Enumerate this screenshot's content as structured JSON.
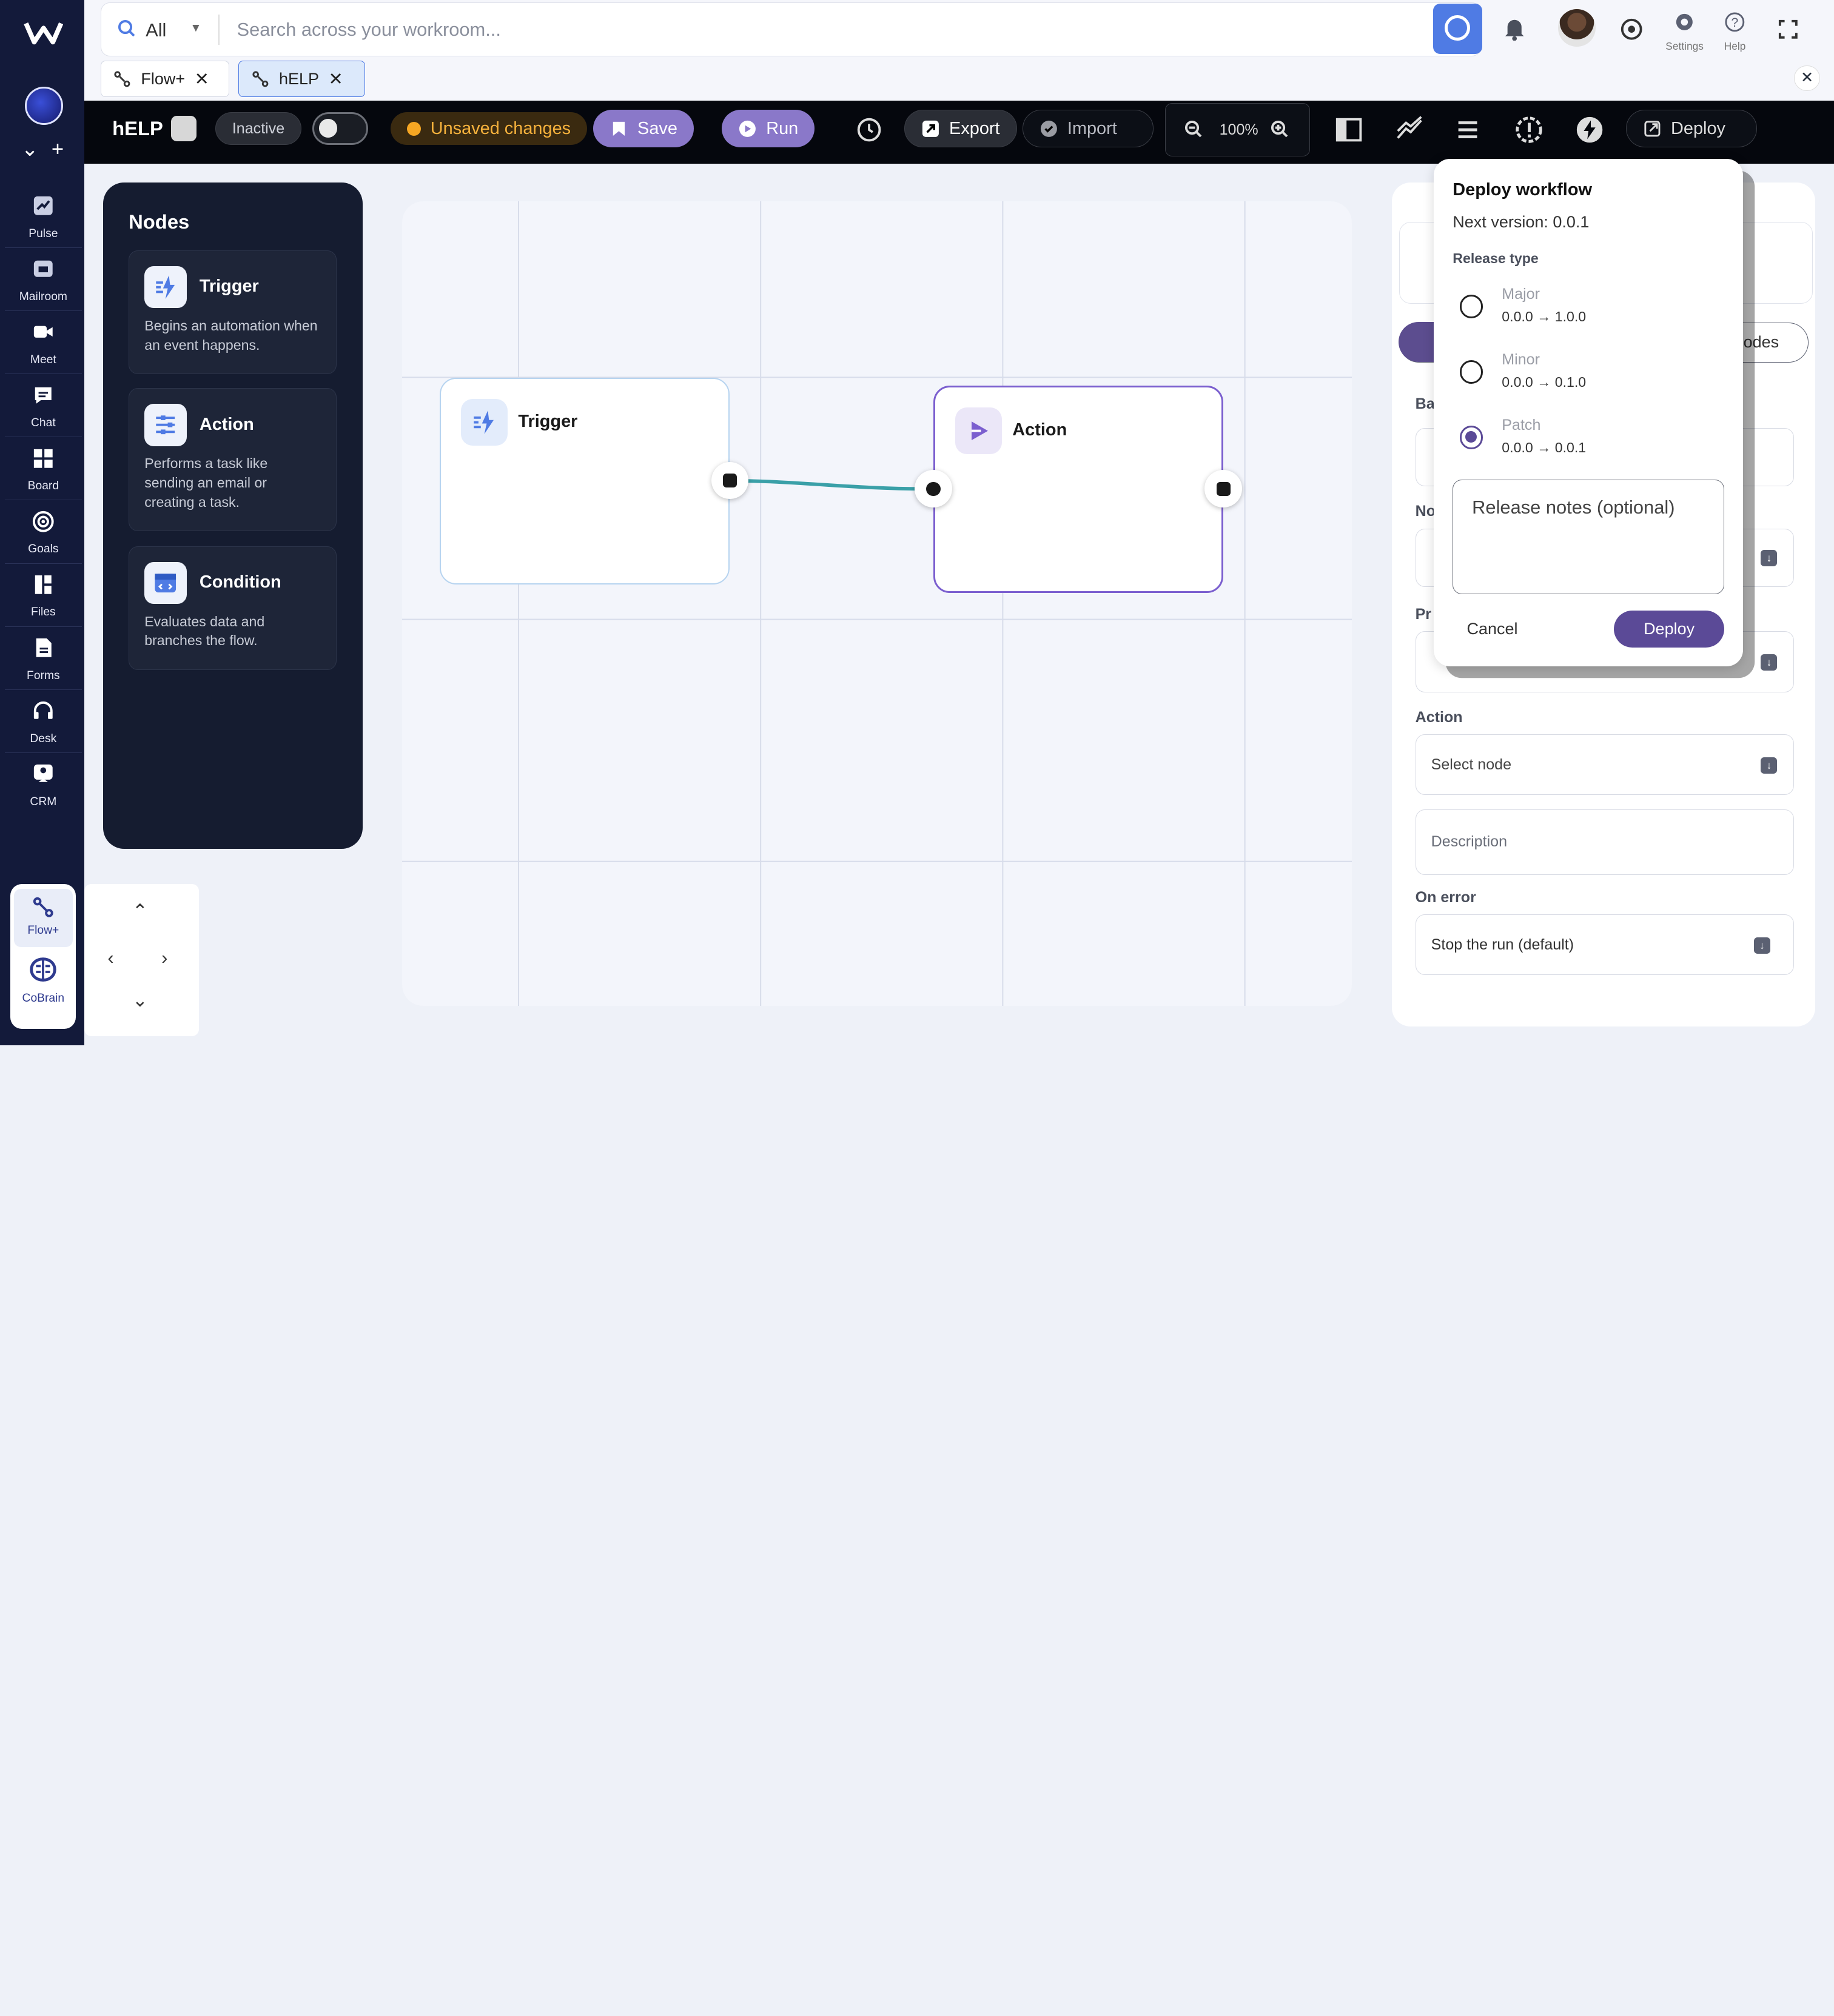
{
  "sidebar": {
    "items": [
      {
        "label": "Pulse",
        "icon": "pulse-icon"
      },
      {
        "label": "Mailroom",
        "icon": "mailroom-icon"
      },
      {
        "label": "Meet",
        "icon": "video-icon"
      },
      {
        "label": "Chat",
        "icon": "chat-icon"
      },
      {
        "label": "Board",
        "icon": "board-icon"
      },
      {
        "label": "Goals",
        "icon": "target-icon"
      },
      {
        "label": "Files",
        "icon": "files-icon"
      },
      {
        "label": "Forms",
        "icon": "forms-icon"
      },
      {
        "label": "Desk",
        "icon": "headset-icon"
      },
      {
        "label": "CRM",
        "icon": "crm-icon"
      }
    ],
    "bottom": [
      {
        "label": "Flow+",
        "icon": "flow-icon"
      },
      {
        "label": "CoBrain",
        "icon": "brain-icon"
      }
    ]
  },
  "search": {
    "scope": "All",
    "placeholder": "Search across your workroom..."
  },
  "top_icons": {
    "settings_label": "Settings",
    "help_label": "Help"
  },
  "tabs": [
    {
      "label": "Flow+",
      "active": false
    },
    {
      "label": "hELP",
      "active": true
    }
  ],
  "toolbar": {
    "title": "hELP",
    "status": "Inactive",
    "unsaved": "Unsaved changes",
    "save": "Save",
    "run": "Run",
    "export": "Export",
    "import": "Import",
    "zoom": "100%",
    "deploy": "Deploy"
  },
  "nodes_panel": {
    "title": "Nodes",
    "cards": [
      {
        "title": "Trigger",
        "desc": "Begins an automation when an event happens."
      },
      {
        "title": "Action",
        "desc": "Performs a task like sending an email or creating a task."
      },
      {
        "title": "Condition",
        "desc": "Evaluates data and branches the flow."
      }
    ]
  },
  "canvas": {
    "nodes": [
      {
        "title": "Trigger"
      },
      {
        "title": "Action"
      }
    ]
  },
  "right_panel": {
    "tab_partial": "odes",
    "label_ba": "Ba",
    "label_no": "No",
    "label_pr": "Pr",
    "action_label": "Action",
    "action_select": "Select node",
    "description_placeholder": "Description",
    "on_error_label": "On error",
    "on_error_value": "Stop the run (default)"
  },
  "deploy_modal": {
    "title": "Deploy workflow",
    "next_version": "Next version: 0.0.1",
    "release_type_label": "Release type",
    "options": [
      {
        "name": "Major",
        "range": "0.0.0 → 1.0.0",
        "selected": false
      },
      {
        "name": "Minor",
        "range": "0.0.0 → 0.1.0",
        "selected": false
      },
      {
        "name": "Patch",
        "range": "0.0.0 → 0.0.1",
        "selected": true
      }
    ],
    "notes_placeholder": "Release notes (optional)",
    "cancel": "Cancel",
    "deploy": "Deploy"
  },
  "colors": {
    "accent": "#5b4a97",
    "rail": "#131a3a",
    "search_button": "#4f7be4",
    "toolbar": "#05070d"
  }
}
